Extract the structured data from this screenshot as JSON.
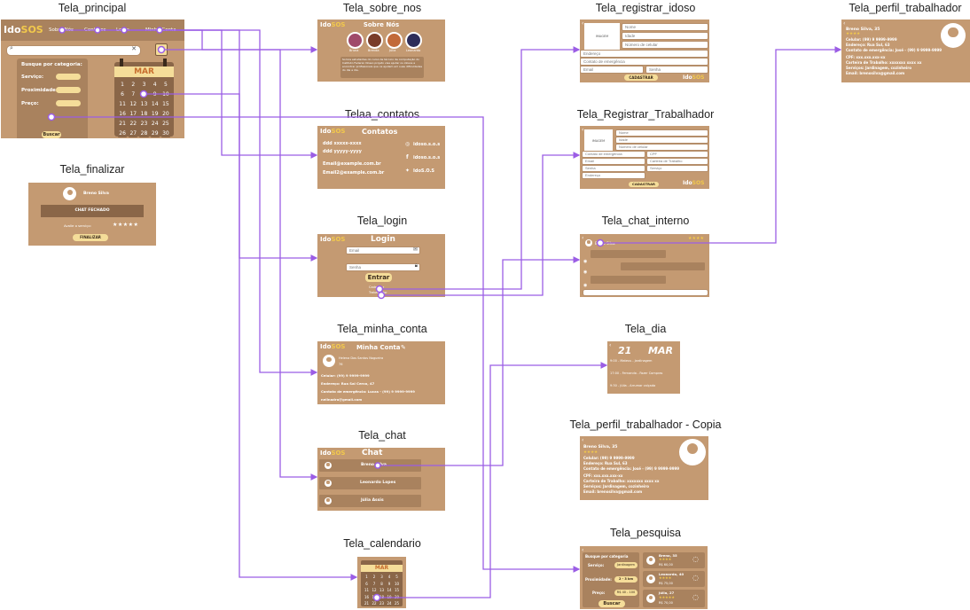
{
  "titles": {
    "principal": "Tela_principal",
    "sobre": "Tela_sobre_nos",
    "registrar_idoso": "Tela_registrar_idoso",
    "perfil": "Tela_perfil_trabalhador",
    "finalizar": "Tela_finalizar",
    "contatos": "Telaa_contatos",
    "registrar_trab": "Tela_Registrar_Trabalhador",
    "login": "Tela_login",
    "chat_interno": "Tela_chat_interno",
    "minha_conta": "Tela_minha_conta",
    "dia": "Tela_dia",
    "chat": "Tela_chat",
    "perfil_copia": "Tela_perfil_trabalhador - Copia",
    "calendario": "Tela_calendario",
    "pesquisa": "Tela_pesquisa"
  },
  "brand": {
    "prefix": "Ido",
    "suffix": "SOS"
  },
  "principal": {
    "nav": [
      "Sobre Nós",
      "Contatos",
      "Login",
      "Minha Conta"
    ],
    "filter_title": "Busque por categoria:",
    "filters": [
      "Serviço:",
      "Proximidade:",
      "Preço:"
    ],
    "search_button": "Buscar",
    "month": "MAR",
    "days": [
      "1",
      "2",
      "3",
      "4",
      "5",
      "6",
      "7",
      "8",
      "9",
      "10",
      "11",
      "12",
      "13",
      "14",
      "15",
      "16",
      "17",
      "18",
      "19",
      "20",
      "21",
      "22",
      "23",
      "24",
      "25",
      "26",
      "27",
      "28",
      "29",
      "30"
    ]
  },
  "sobre": {
    "heading": "Sobre Nós",
    "names": [
      "Bruna",
      "Brenda",
      "Júlia",
      "Leonardo"
    ],
    "text": "Somos estudantes do curso de técnico de computação do Instituto Federal. Nosso projeto visa ajudar os idosos a encontrar profissionais que os ajudem em suas dificuldades do dia a dia."
  },
  "contatos": {
    "heading": "Contatos",
    "phones": [
      "ddd xxxxx-xxxx",
      "ddd yyyyy-yyyy"
    ],
    "emails": [
      "Email@example.com.br",
      "Email2@example.com.br"
    ],
    "social": [
      "idoso.s.o.s",
      "idoso.s.o.s",
      "IdoS.O.S"
    ]
  },
  "login": {
    "heading": "Login",
    "email_placeholder": "Email",
    "password_placeholder": "Senha",
    "enter": "Entrar",
    "cadastro_line1": "Cadastrar",
    "cadastro_line2": "Trabalhador"
  },
  "minha_conta": {
    "heading": "Minha Conta",
    "name": "Helena Dos Santos Nogueira",
    "age": "76",
    "lines": [
      "Celular: (99) 9 9999-9999",
      "Endereço: Rua Sal Cerco, 47",
      "Contato de emergência: Lucas - (99) 9 9999-9999",
      "nelinadra@gmail.com"
    ]
  },
  "chat": {
    "heading": "Chat",
    "contacts": [
      "Breno Silva",
      "Leonardo Lopes",
      "Júlia Assis"
    ]
  },
  "calendario": {
    "month": "MAR"
  },
  "registrar_idoso": {
    "image": "IMAGEM",
    "fields": [
      "Nome",
      "Idade",
      "Número de celular",
      "Endereço",
      "Contato de emergência",
      "Email",
      "Senha"
    ],
    "button": "CADASTRAR"
  },
  "registrar_trab": {
    "image": "IMAGEM",
    "fields": [
      "Nome",
      "Idade",
      "Número de celular",
      "Contato de emergência",
      "CPF",
      "Email",
      "Carteira de Trabalho",
      "Senha",
      "Serviço",
      "Endereço"
    ],
    "button": "CADASTRAR"
  },
  "chat_interno": {
    "user": "Breno Silva"
  },
  "dia": {
    "day": "21",
    "month": "MAR",
    "events": [
      "9:00 - Mateus - Jardinagem",
      "17:00 - Fernanda - Fazer Compras",
      "9:30 - Júlia - Arrumar calçada"
    ]
  },
  "perfil": {
    "name": "Breno Silva, 35",
    "lines": [
      "Celular: (99) 9 9999-9999",
      "Endereço: Rua Sul, 63",
      "Contato de emergência: José - (99) 9 9999-9999",
      "CPF: xxx.xxx.xxx-xx",
      "Carteira de Trabalho: xxxxxxx xxxx xx",
      "Serviços: Jardinagem, cozinheiro",
      "Email: brenosilva@gmail.com"
    ]
  },
  "finalizar": {
    "name": "Breno Silva",
    "closed": "CHAT FECHADO",
    "rate": "Avalie o serviço:",
    "button": "FINALIZAR"
  },
  "pesquisa": {
    "filter_title": "Busque por categoria",
    "filters": [
      "Serviço:",
      "Proximidade:",
      "Preço:"
    ],
    "values": [
      "Jardinagem",
      "2 - 3 km",
      "R$ 40 - 100"
    ],
    "search_button": "Buscar",
    "results": [
      {
        "name": "Breno, 35",
        "price": "R$ 60,00"
      },
      {
        "name": "Leonardo, 40",
        "price": "R$ 75,00"
      },
      {
        "name": "Júlia, 27",
        "price": "R$ 70,00"
      }
    ]
  },
  "colors": {
    "frame": "#c49a72",
    "cream": "#f5dd99",
    "connector": "#9b5de5"
  }
}
